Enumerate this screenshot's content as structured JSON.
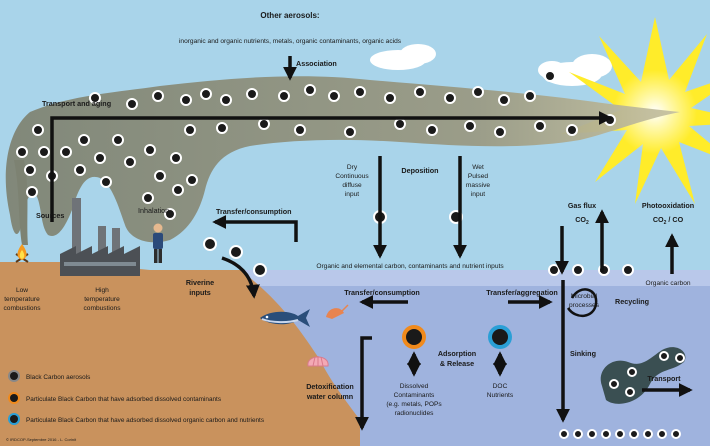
{
  "header": {
    "title": "Other aerosols:",
    "subtitle": "inorganic and organic nutrients, metals, organic contaminants, organic acids"
  },
  "labels": {
    "association": "Association",
    "transport_aging": "Transport and aging",
    "sources": "Sources",
    "inhalation": "Inhalation",
    "low_temp": [
      "Low",
      "temperature",
      "combustions"
    ],
    "high_temp": [
      "High",
      "temperature",
      "combustions"
    ],
    "transfer_consumption_top": "Transfer/consumption",
    "dry": [
      "Dry",
      "Continuous",
      "diffuse",
      "input"
    ],
    "deposition": "Deposition",
    "wet": [
      "Wet",
      "Pulsed",
      "massive",
      "input"
    ],
    "gas_flux": "Gas flux",
    "co2": "CO",
    "co2_sub": "2",
    "photooxidation": "Photooxidation",
    "co2_co": "CO",
    "co2_co_sub": "2",
    "co2_co_tail": " / CO",
    "surface_inputs": "Organic and elemental carbon, contaminants and nutrient inputs",
    "riverine": [
      "Riverine",
      "inputs"
    ],
    "transfer_consumption_water": "Transfer/consumption",
    "transfer_aggregation": "Transfer/aggregation",
    "microbial": [
      "Microbial",
      "processes"
    ],
    "organic_carbon": "Organic carbon",
    "recycling": "Recycling",
    "adsorption": [
      "Adsorption",
      "& Release"
    ],
    "sinking": "Sinking",
    "transport": "Transport",
    "detox": [
      "Detoxification",
      "water column"
    ],
    "dissolved": [
      "Dissolved",
      "Contaminants",
      "(e.g. metals, POPs",
      "radionuclides"
    ],
    "doc": [
      "DOC",
      "Nutrients"
    ],
    "copyright": "© IRDCOP-Septembre 2016 - L. Corinit"
  },
  "legend": [
    {
      "label": "Black Carbon aerosols",
      "ring": "#888888"
    },
    {
      "label": "Particulate Black Carbon that have adsorbed dissolved contaminants",
      "ring": "#f08a1c"
    },
    {
      "label": "Particulate Black Carbon that have adsorbed dissolved organic carbon and nutrients",
      "ring": "#2a9fd6"
    }
  ],
  "colors": {
    "sky": "#a9d4ea",
    "water": "#9fb3de",
    "soil": "#c9925d",
    "sun": "#ffec2a",
    "smoke": "#8b8d7a",
    "contaminant_ring": "#f08a1c",
    "nutrient_ring": "#2a9fd6"
  },
  "icons": [
    "sun-icon",
    "factory-icon",
    "person-icon",
    "campfire-icon",
    "fish-icon",
    "shrimp-icon",
    "shell-icon",
    "cloud-icon"
  ]
}
